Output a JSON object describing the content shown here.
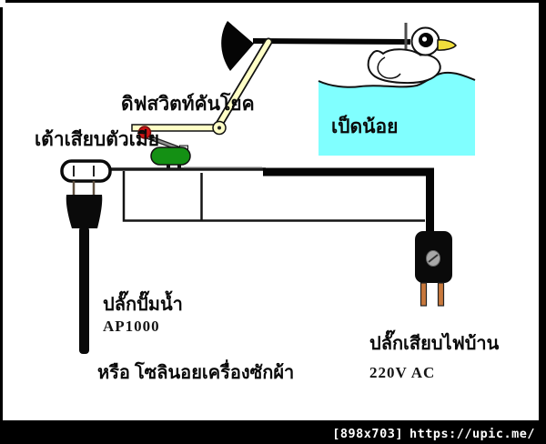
{
  "labels": {
    "lever_switch": "ดิฟสวิตท์คันโยค",
    "female_socket": "เต้าเสียบตัวเมีย",
    "duck": "เป็ดน้อย",
    "pump_plug": "ปลั๊กปั๊มน้ำ",
    "pump_model": "AP1000",
    "pump_alt": "หรือ โซลินอยเครื่องซักผ้า",
    "power_plug": "ปลั๊กเสียบไฟบ้าน",
    "voltage": "220V AC"
  },
  "watermark": {
    "dimensions": "[898x703]",
    "url": "https://upic.me/"
  },
  "colors": {
    "water": "#80FFFF",
    "lever": "#FFFFC6",
    "switch_body": "#149014",
    "ball": "#CC1414",
    "beak": "#F0DE3C",
    "prong": "#C8783C",
    "frame": "#000000",
    "background": "#FFFFFF"
  }
}
